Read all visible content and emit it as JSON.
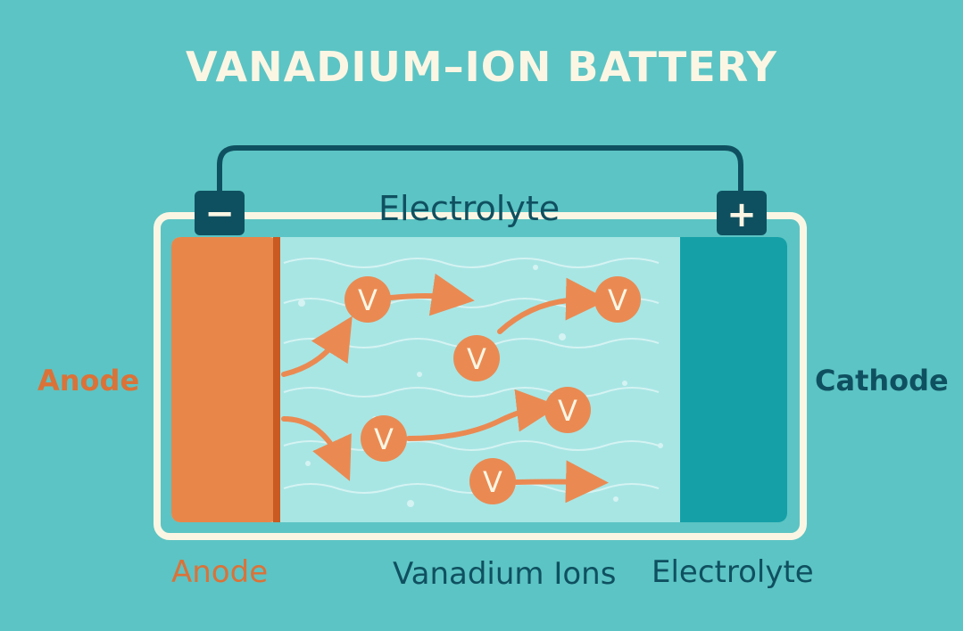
{
  "title": "VANADIUM–ION BATTERY",
  "labels": {
    "electrolyte_top": "Electrolyte",
    "anode_side": "Anode",
    "cathode_side": "Cathode",
    "anode_bottom": "Anode",
    "vanadium_ions": "Vanadium Ions",
    "electrolyte_bottom": "Electrolyte"
  },
  "terminals": {
    "negative": "−",
    "positive": "+"
  },
  "ion_symbol": "V",
  "colors": {
    "background": "#5cc4c4",
    "anode": "#e8864a",
    "cathode": "#15a0a8",
    "electrolyte": "#a8e6e4",
    "ion": "#ea8a52",
    "dark": "#0f5060",
    "frame": "#fbf6e4"
  }
}
